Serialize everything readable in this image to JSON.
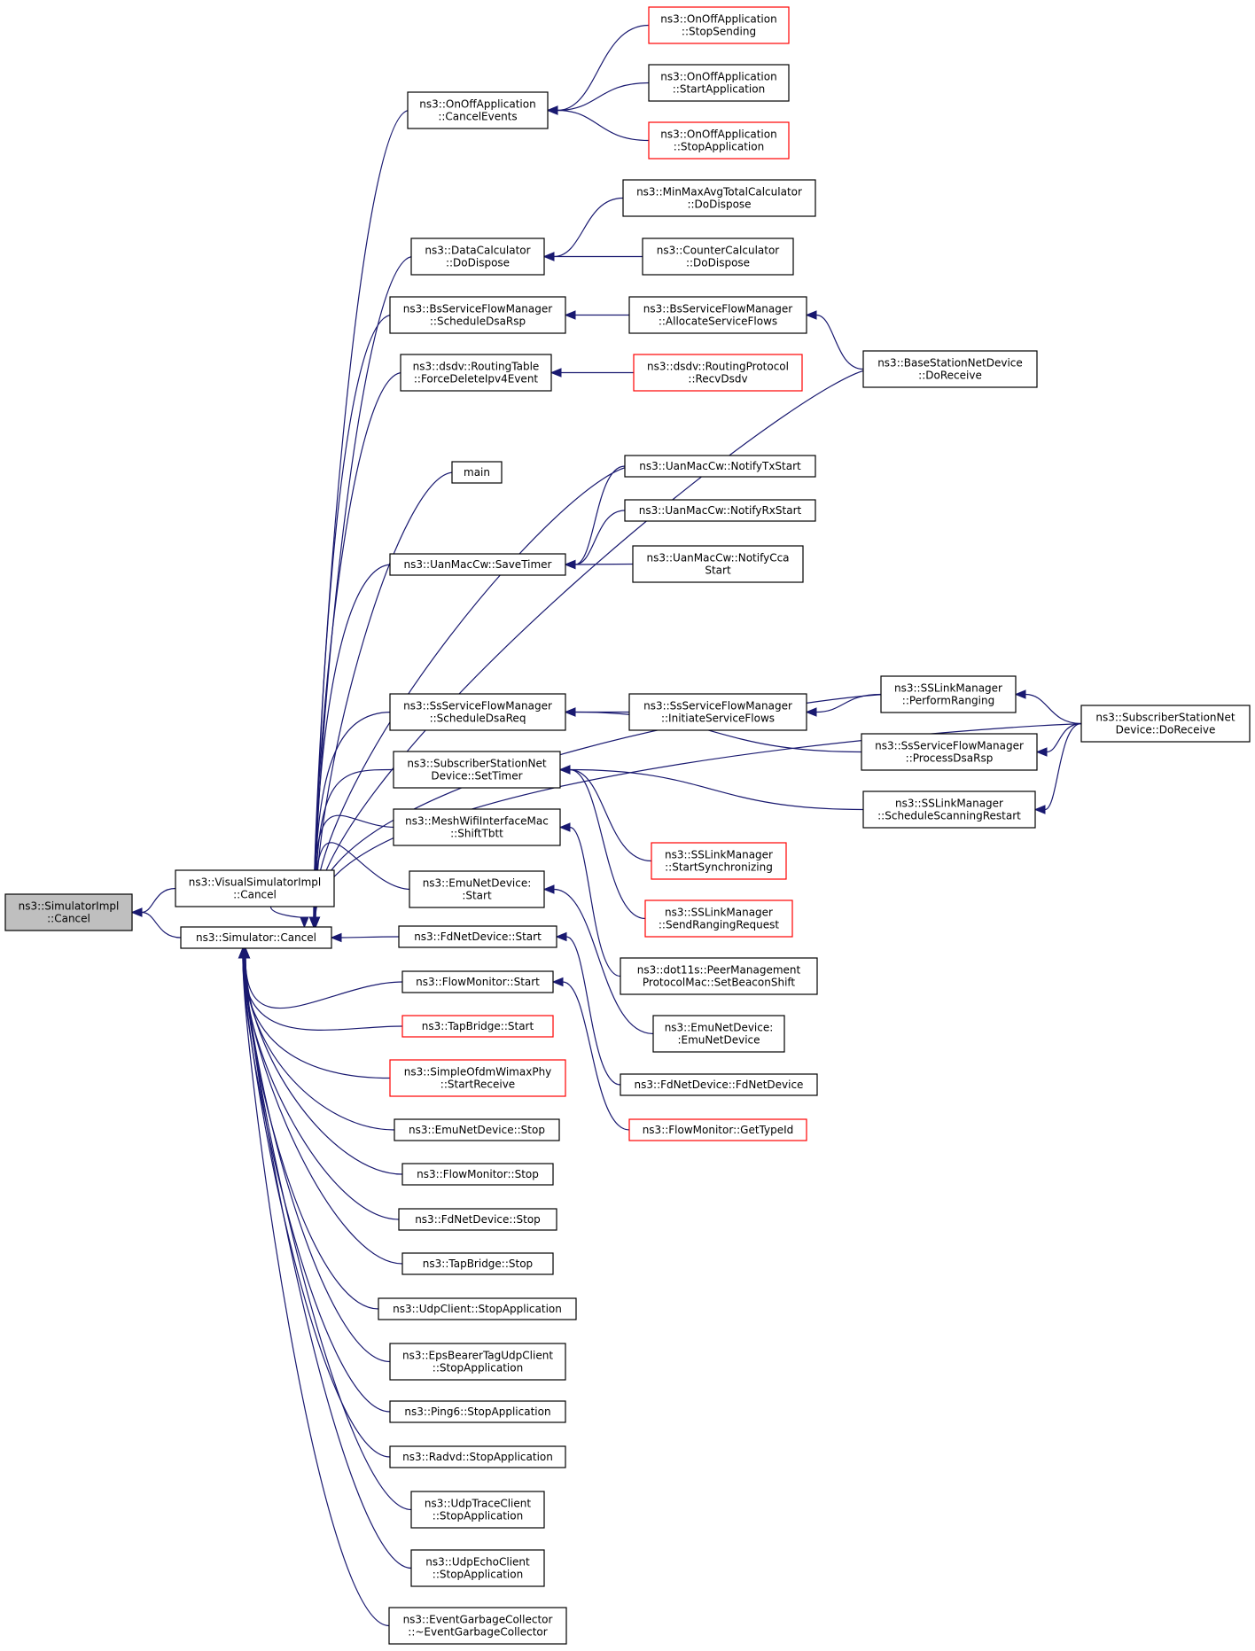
{
  "colors": {
    "edge": "#191970",
    "node_border": "#000000",
    "node_truncated_border": "#ff0000",
    "root_fill": "#bfbfbf",
    "node_fill": "#ffffff"
  },
  "nodes": [
    {
      "id": "root",
      "lines": [
        "ns3::SimulatorImpl",
        "::Cancel"
      ],
      "root": true
    },
    {
      "id": "vis",
      "lines": [
        "ns3::VisualSimulatorImpl",
        "::Cancel"
      ]
    },
    {
      "id": "sim",
      "lines": [
        "ns3::Simulator::Cancel"
      ]
    },
    {
      "id": "onoffCancel",
      "lines": [
        "ns3::OnOffApplication",
        "::CancelEvents"
      ]
    },
    {
      "id": "onoffStopSending",
      "lines": [
        "ns3::OnOffApplication",
        "::StopSending"
      ],
      "red": true
    },
    {
      "id": "onoffStartApp",
      "lines": [
        "ns3::OnOffApplication",
        "::StartApplication"
      ]
    },
    {
      "id": "onoffStopApp",
      "lines": [
        "ns3::OnOffApplication",
        "::StopApplication"
      ],
      "red": true
    },
    {
      "id": "minmax",
      "lines": [
        "ns3::MinMaxAvgTotalCalculator",
        "::DoDispose"
      ]
    },
    {
      "id": "dataCalc",
      "lines": [
        "ns3::DataCalculator",
        "::DoDispose"
      ]
    },
    {
      "id": "counterCalc",
      "lines": [
        "ns3::CounterCalculator",
        "::DoDispose"
      ]
    },
    {
      "id": "bsSched",
      "lines": [
        "ns3::BsServiceFlowManager",
        "::ScheduleDsaRsp"
      ]
    },
    {
      "id": "bsAlloc",
      "lines": [
        "ns3::BsServiceFlowManager",
        "::AllocateServiceFlows"
      ]
    },
    {
      "id": "dsdvForce",
      "lines": [
        "ns3::dsdv::RoutingTable",
        "::ForceDeleteIpv4Event"
      ]
    },
    {
      "id": "dsdvRecv",
      "lines": [
        "ns3::dsdv::RoutingProtocol",
        "::RecvDsdv"
      ],
      "red": true
    },
    {
      "id": "bsDoRecv",
      "lines": [
        "ns3::BaseStationNetDevice",
        "::DoReceive"
      ]
    },
    {
      "id": "main",
      "lines": [
        "main"
      ]
    },
    {
      "id": "uanTx",
      "lines": [
        "ns3::UanMacCw::NotifyTxStart"
      ]
    },
    {
      "id": "uanRx",
      "lines": [
        "ns3::UanMacCw::NotifyRxStart"
      ]
    },
    {
      "id": "uanSave",
      "lines": [
        "ns3::UanMacCw::SaveTimer"
      ]
    },
    {
      "id": "uanCca",
      "lines": [
        "ns3::UanMacCw::NotifyCca",
        "Start"
      ]
    },
    {
      "id": "ssPerform",
      "lines": [
        "ns3::SSLinkManager",
        "::PerformRanging"
      ]
    },
    {
      "id": "ssSched",
      "lines": [
        "ns3::SsServiceFlowManager",
        "::ScheduleDsaReq"
      ]
    },
    {
      "id": "ssInit",
      "lines": [
        "ns3::SsServiceFlowManager",
        "::InitiateServiceFlows"
      ]
    },
    {
      "id": "ssDoRecv",
      "lines": [
        "ns3::SubscriberStationNet",
        "Device::DoReceive"
      ]
    },
    {
      "id": "ssProcess",
      "lines": [
        "ns3::SsServiceFlowManager",
        "::ProcessDsaRsp"
      ]
    },
    {
      "id": "ssSetTimer",
      "lines": [
        "ns3::SubscriberStationNet",
        "Device::SetTimer"
      ]
    },
    {
      "id": "ssScanRestart",
      "lines": [
        "ns3::SSLinkManager",
        "::ScheduleScanningRestart"
      ]
    },
    {
      "id": "meshShift",
      "lines": [
        "ns3::MeshWifiInterfaceMac",
        "::ShiftTbtt"
      ]
    },
    {
      "id": "ssStartSync",
      "lines": [
        "ns3::SSLinkManager",
        "::StartSynchronizing"
      ],
      "red": true
    },
    {
      "id": "emuStart",
      "lines": [
        "ns3::EmuNetDevice:",
        ":Start"
      ]
    },
    {
      "id": "ssSendRanging",
      "lines": [
        "ns3::SSLinkManager",
        "::SendRangingRequest"
      ],
      "red": true
    },
    {
      "id": "fdStart",
      "lines": [
        "ns3::FdNetDevice::Start"
      ]
    },
    {
      "id": "dot11s",
      "lines": [
        "ns3::dot11s::PeerManagement",
        "ProtocolMac::SetBeaconShift"
      ]
    },
    {
      "id": "fmStart",
      "lines": [
        "ns3::FlowMonitor::Start"
      ]
    },
    {
      "id": "emuCtor",
      "lines": [
        "ns3::EmuNetDevice:",
        ":EmuNetDevice"
      ]
    },
    {
      "id": "tapStart",
      "lines": [
        "ns3::TapBridge::Start"
      ],
      "red": true
    },
    {
      "id": "fdCtor",
      "lines": [
        "ns3::FdNetDevice::FdNetDevice"
      ]
    },
    {
      "id": "simpleOfdm",
      "lines": [
        "ns3::SimpleOfdmWimaxPhy",
        "::StartReceive"
      ],
      "red": true
    },
    {
      "id": "fmGetType",
      "lines": [
        "ns3::FlowMonitor::GetTypeId"
      ],
      "red": true
    },
    {
      "id": "emuStop",
      "lines": [
        "ns3::EmuNetDevice::Stop"
      ]
    },
    {
      "id": "fmStop",
      "lines": [
        "ns3::FlowMonitor::Stop"
      ]
    },
    {
      "id": "fdStop",
      "lines": [
        "ns3::FdNetDevice::Stop"
      ]
    },
    {
      "id": "tapStop",
      "lines": [
        "ns3::TapBridge::Stop"
      ]
    },
    {
      "id": "udpClientStop",
      "lines": [
        "ns3::UdpClient::StopApplication"
      ]
    },
    {
      "id": "epsStop",
      "lines": [
        "ns3::EpsBearerTagUdpClient",
        "::StopApplication"
      ]
    },
    {
      "id": "ping6Stop",
      "lines": [
        "ns3::Ping6::StopApplication"
      ]
    },
    {
      "id": "radvdStop",
      "lines": [
        "ns3::Radvd::StopApplication"
      ]
    },
    {
      "id": "udpTraceStop",
      "lines": [
        "ns3::UdpTraceClient",
        "::StopApplication"
      ]
    },
    {
      "id": "udpEchoStop",
      "lines": [
        "ns3::UdpEchoClient",
        "::StopApplication"
      ]
    },
    {
      "id": "egc",
      "lines": [
        "ns3::EventGarbageCollector",
        "::~EventGarbageCollector"
      ]
    }
  ]
}
